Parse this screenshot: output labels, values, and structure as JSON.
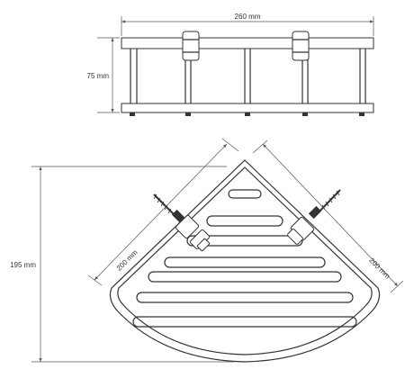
{
  "dimensions": {
    "top_width": "260 mm",
    "top_height": "75 mm",
    "plan_height": "195 mm",
    "plan_left_side": "200 mm",
    "plan_right_side": "200 mm"
  },
  "colors": {
    "line": "#333333",
    "dimension": "#555555",
    "background": "#ffffff"
  }
}
